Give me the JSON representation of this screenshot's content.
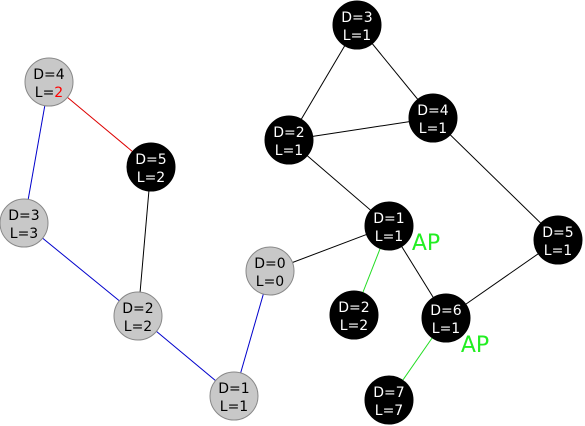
{
  "colors": {
    "black_node_fill": "#000000",
    "grey_node_fill": "#c8c8c8",
    "black_node_text": "#ffffff",
    "grey_node_text": "#000000",
    "edge_default": "#000000",
    "edge_blue": "#0000cc",
    "edge_red": "#dd0000",
    "edge_green": "#22dd22",
    "highlight_value": "#ff0000",
    "ap_text": "#22ee22"
  },
  "nodes": [
    {
      "id": "n_d3_l1_top",
      "style": "black",
      "d_text": "D=3",
      "l_prefix": "L=",
      "l_value": "1"
    },
    {
      "id": "n_d4_l1",
      "style": "black",
      "d_text": "D=4",
      "l_prefix": "L=",
      "l_value": "1"
    },
    {
      "id": "n_d2_l1",
      "style": "black",
      "d_text": "D=2",
      "l_prefix": "L=",
      "l_value": "1"
    },
    {
      "id": "n_d1_l1_right",
      "style": "black",
      "d_text": "D=1",
      "l_prefix": "L=",
      "l_value": "1"
    },
    {
      "id": "n_d5_l1",
      "style": "black",
      "d_text": "D=5",
      "l_prefix": "L=",
      "l_value": "1"
    },
    {
      "id": "n_d6_l1",
      "style": "black",
      "d_text": "D=6",
      "l_prefix": "L=",
      "l_value": "1"
    },
    {
      "id": "n_d2_l2_right",
      "style": "black",
      "d_text": "D=2",
      "l_prefix": "L=",
      "l_value": "2"
    },
    {
      "id": "n_d7_l7",
      "style": "black",
      "d_text": "D=7",
      "l_prefix": "L=",
      "l_value": "7"
    },
    {
      "id": "n_d0_l0",
      "style": "grey",
      "d_text": "D=0",
      "l_prefix": "L=",
      "l_value": "0"
    },
    {
      "id": "n_d1_l1_left",
      "style": "grey",
      "d_text": "D=1",
      "l_prefix": "L=",
      "l_value": "1"
    },
    {
      "id": "n_d2_l2_left",
      "style": "grey",
      "d_text": "D=2",
      "l_prefix": "L=",
      "l_value": "2"
    },
    {
      "id": "n_d3_l3",
      "style": "grey",
      "d_text": "D=3",
      "l_prefix": "L=",
      "l_value": "3"
    },
    {
      "id": "n_d4_l2",
      "style": "grey",
      "d_text": "D=4",
      "l_prefix": "L=",
      "l_value": "2",
      "l_value_highlight": true
    },
    {
      "id": "n_d5_l2",
      "style": "black",
      "d_text": "D=5",
      "l_prefix": "L=",
      "l_value": "2"
    }
  ],
  "edges": [
    {
      "from": "n_d3_l1_top",
      "to": "n_d2_l1",
      "color": "black"
    },
    {
      "from": "n_d3_l1_top",
      "to": "n_d4_l1",
      "color": "black"
    },
    {
      "from": "n_d2_l1",
      "to": "n_d4_l1",
      "color": "black"
    },
    {
      "from": "n_d2_l1",
      "to": "n_d1_l1_right",
      "color": "black"
    },
    {
      "from": "n_d4_l1",
      "to": "n_d5_l1",
      "color": "black"
    },
    {
      "from": "n_d5_l1",
      "to": "n_d6_l1",
      "color": "black"
    },
    {
      "from": "n_d1_l1_right",
      "to": "n_d6_l1",
      "color": "black"
    },
    {
      "from": "n_d1_l1_right",
      "to": "n_d0_l0",
      "color": "black"
    },
    {
      "from": "n_d1_l1_right",
      "to": "n_d2_l2_right",
      "color": "green"
    },
    {
      "from": "n_d6_l1",
      "to": "n_d7_l7",
      "color": "green"
    },
    {
      "from": "n_d0_l0",
      "to": "n_d1_l1_left",
      "color": "blue"
    },
    {
      "from": "n_d1_l1_left",
      "to": "n_d2_l2_left",
      "color": "blue"
    },
    {
      "from": "n_d2_l2_left",
      "to": "n_d3_l3",
      "color": "blue"
    },
    {
      "from": "n_d3_l3",
      "to": "n_d4_l2",
      "color": "blue"
    },
    {
      "from": "n_d4_l2",
      "to": "n_d5_l2",
      "color": "red"
    },
    {
      "from": "n_d5_l2",
      "to": "n_d2_l2_left",
      "color": "black"
    }
  ],
  "ap_labels": [
    {
      "id": "ap_1",
      "text": "AP",
      "near": "n_d1_l1_right"
    },
    {
      "id": "ap_2",
      "text": "AP",
      "near": "n_d6_l1"
    }
  ]
}
